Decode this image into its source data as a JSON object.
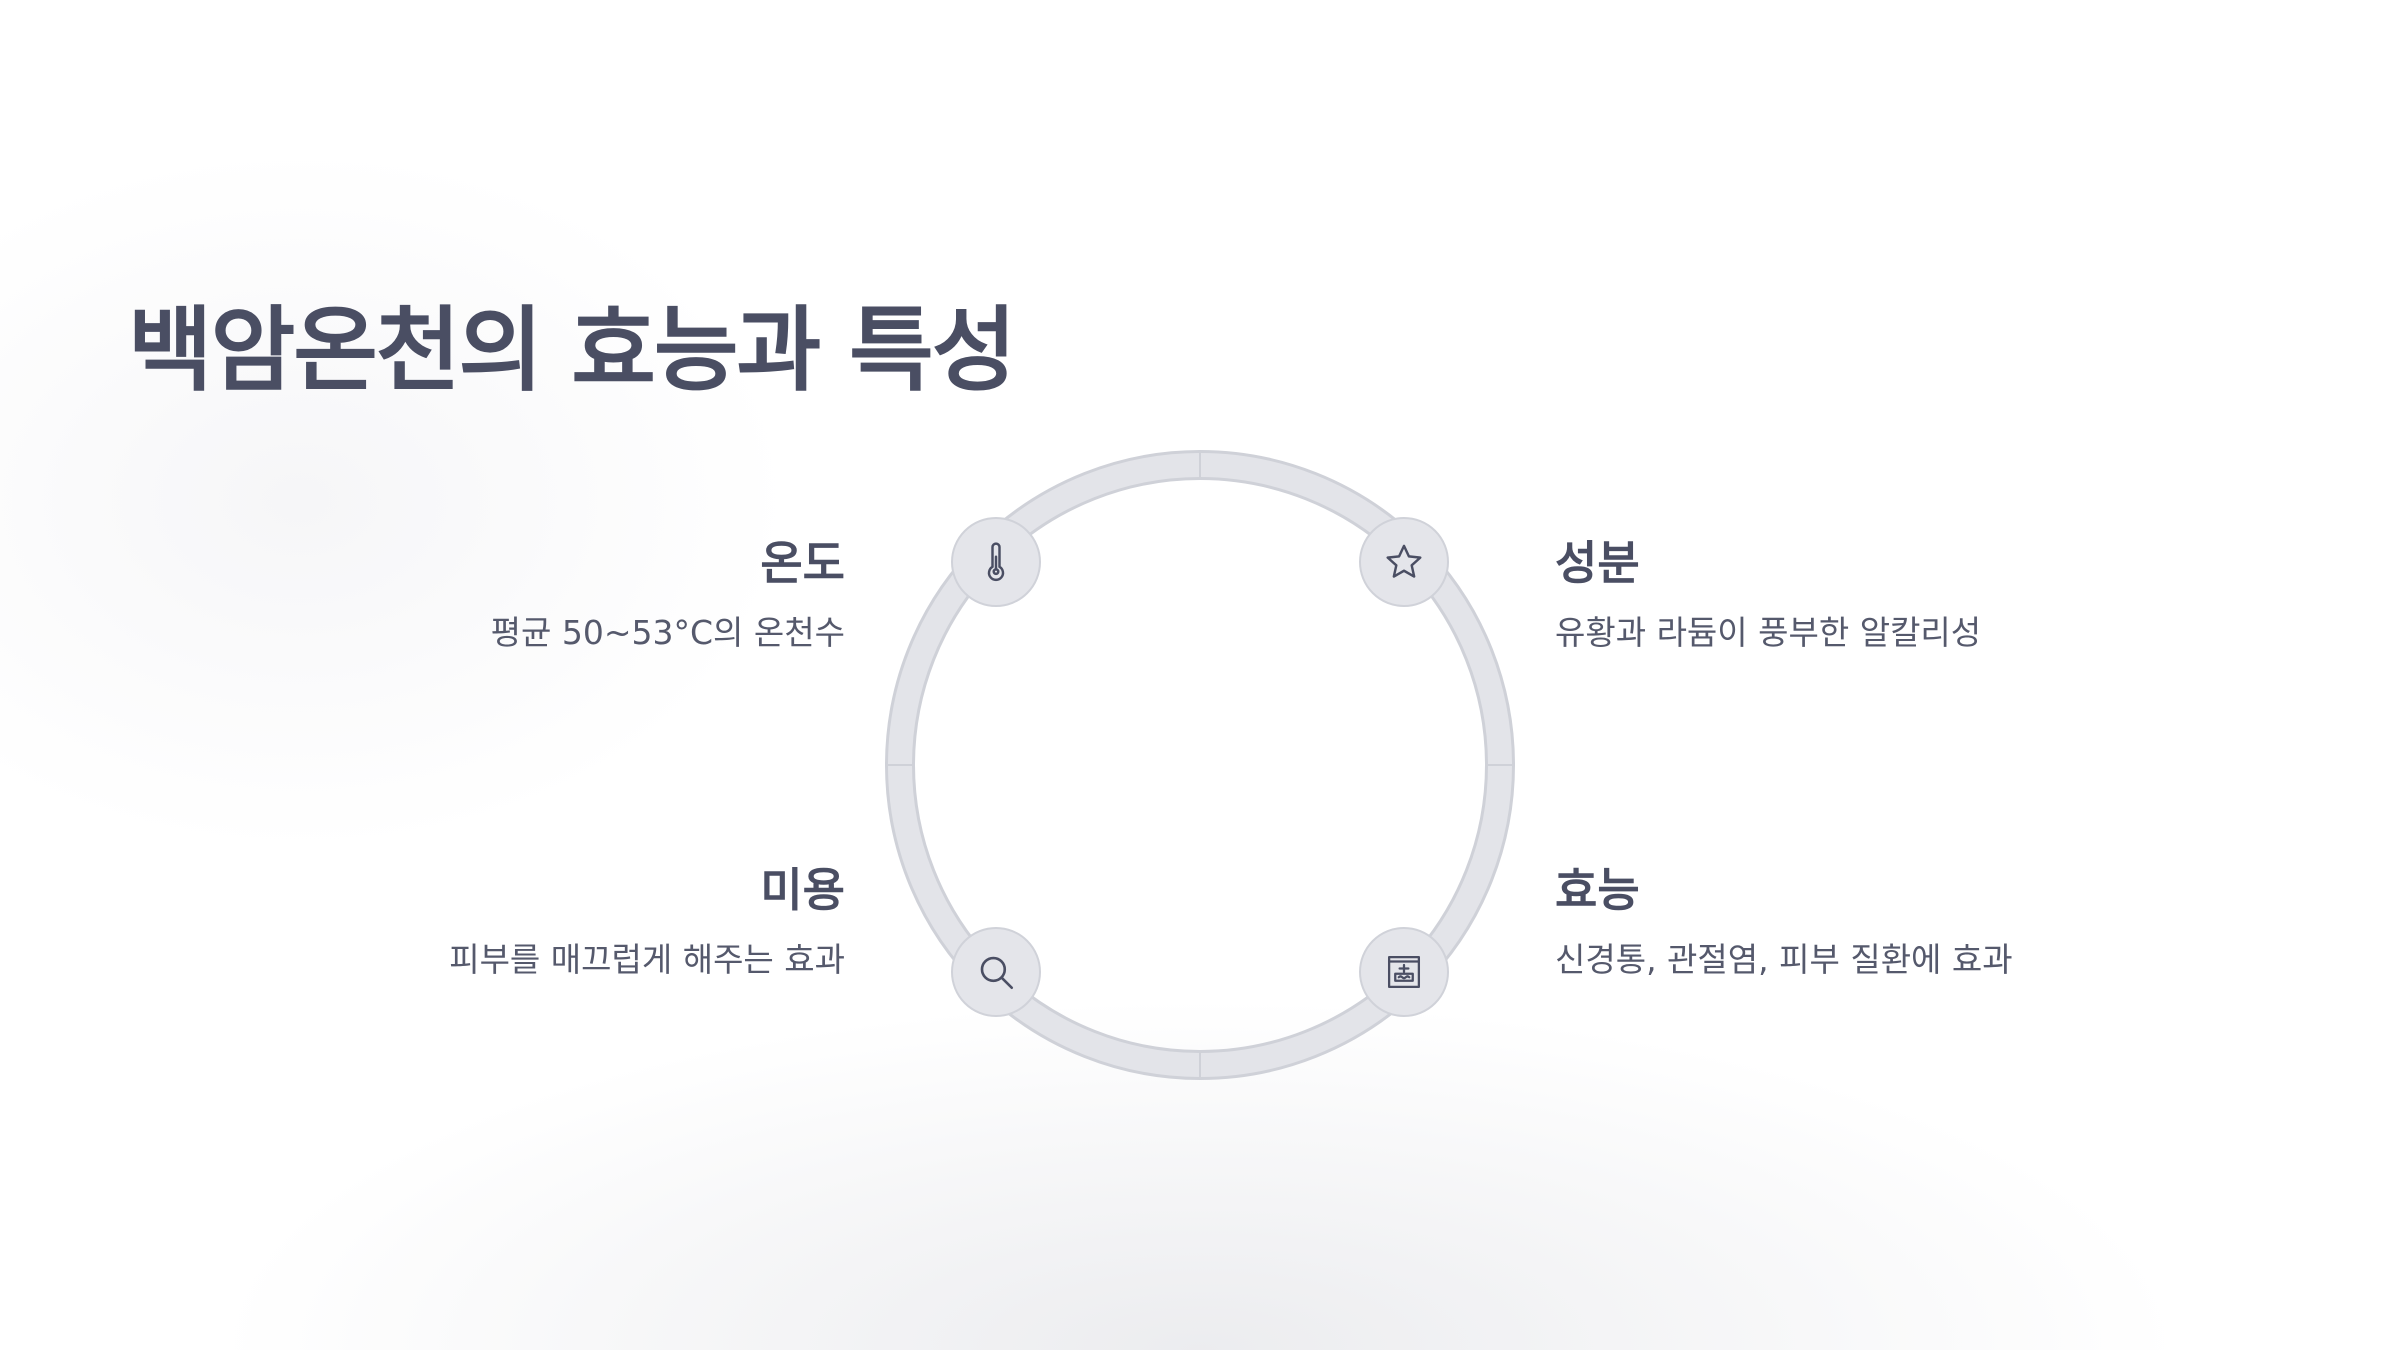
{
  "title": "백암온천의 효능과 특성",
  "features": {
    "temperature": {
      "title": "온도",
      "desc": "평균 50~53°C의 온천수",
      "icon": "thermometer-icon"
    },
    "ingredients": {
      "title": "성분",
      "desc": "유황과 라듐이 풍부한 알칼리성",
      "icon": "star-icon"
    },
    "beauty": {
      "title": "미용",
      "desc": "피부를 매끄럽게 해주는 효과",
      "icon": "search-icon"
    },
    "efficacy": {
      "title": "효능",
      "desc": "신경통, 관절염, 피부 질환에 효과",
      "icon": "bath-icon"
    }
  },
  "colors": {
    "title": "#4a4e63",
    "text": "#55596c",
    "ring": "#e3e4e9",
    "ring_border": "#cfd1d8",
    "node_fill": "#e4e5ea"
  }
}
